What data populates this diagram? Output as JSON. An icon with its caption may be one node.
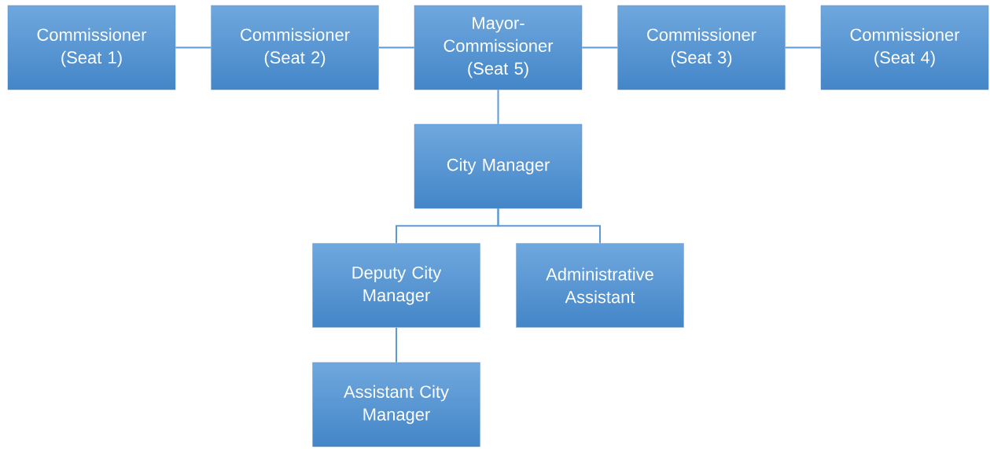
{
  "diagram": {
    "nodes": [
      {
        "text": [
          "Commissioner (Seat 1)"
        ]
      },
      {
        "text": [
          "Commissioner (Seat 2)"
        ]
      },
      {
        "text": [
          "Mayor-Commissioner (Seat 5)"
        ]
      },
      {
        "text": [
          "Commissioner (Seat 3)"
        ]
      },
      {
        "text": [
          "Commissioner (Seat 4)"
        ]
      },
      {
        "text": [
          "City Manager"
        ]
      },
      {
        "text": [
          "Deputy City Manager"
        ]
      },
      {
        "text": [
          "Administrative Assistant"
        ]
      },
      {
        "text": [
          "Assistant City Manager"
        ]
      }
    ],
    "edges": [
      {
        "from": 0,
        "to": 1,
        "arrow": "none"
      },
      {
        "from": 1,
        "to": 2,
        "arrow": "none"
      },
      {
        "from": 2,
        "to": 3,
        "arrow": "none"
      },
      {
        "from": 3,
        "to": 4,
        "arrow": "none"
      },
      {
        "from": 2,
        "to": 5,
        "arrow": "none"
      },
      {
        "from": 5,
        "to": 6,
        "arrow": "none"
      },
      {
        "from": 5,
        "to": 7,
        "arrow": "none"
      },
      {
        "from": 6,
        "to": 8,
        "arrow": "none"
      }
    ]
  }
}
